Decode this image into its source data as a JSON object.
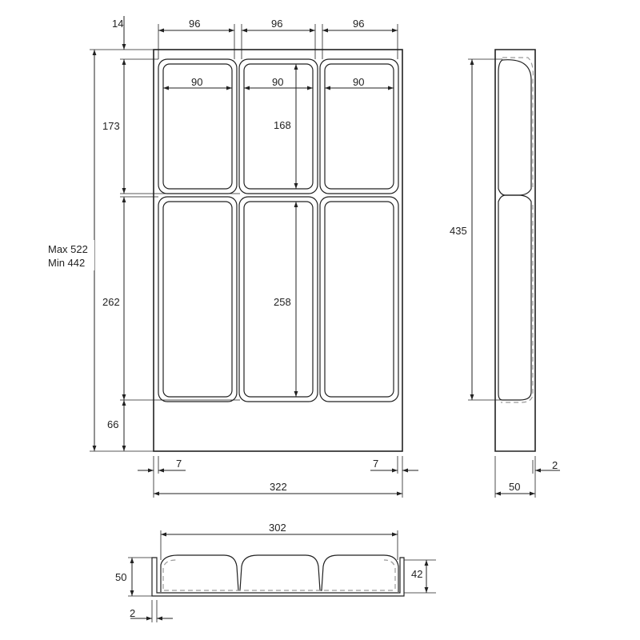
{
  "dimensions": {
    "top_gap": "14",
    "comp_outer_1": "96",
    "comp_outer_2": "96",
    "comp_outer_3": "96",
    "comp_inner_1": "90",
    "comp_inner_2": "90",
    "comp_inner_3": "90",
    "upper_height": "173",
    "upper_inner_height": "168",
    "lower_height": "262",
    "lower_inner_height": "258",
    "bottom_gap": "66",
    "length_max": "Max 522",
    "length_min": "Min 442",
    "wall_left": "7",
    "wall_right": "7",
    "total_width": "322",
    "side_length": "435",
    "side_thickness": "2",
    "side_depth": "50",
    "front_width": "302",
    "front_height": "50",
    "front_inner_height": "42",
    "front_thickness": "2"
  }
}
